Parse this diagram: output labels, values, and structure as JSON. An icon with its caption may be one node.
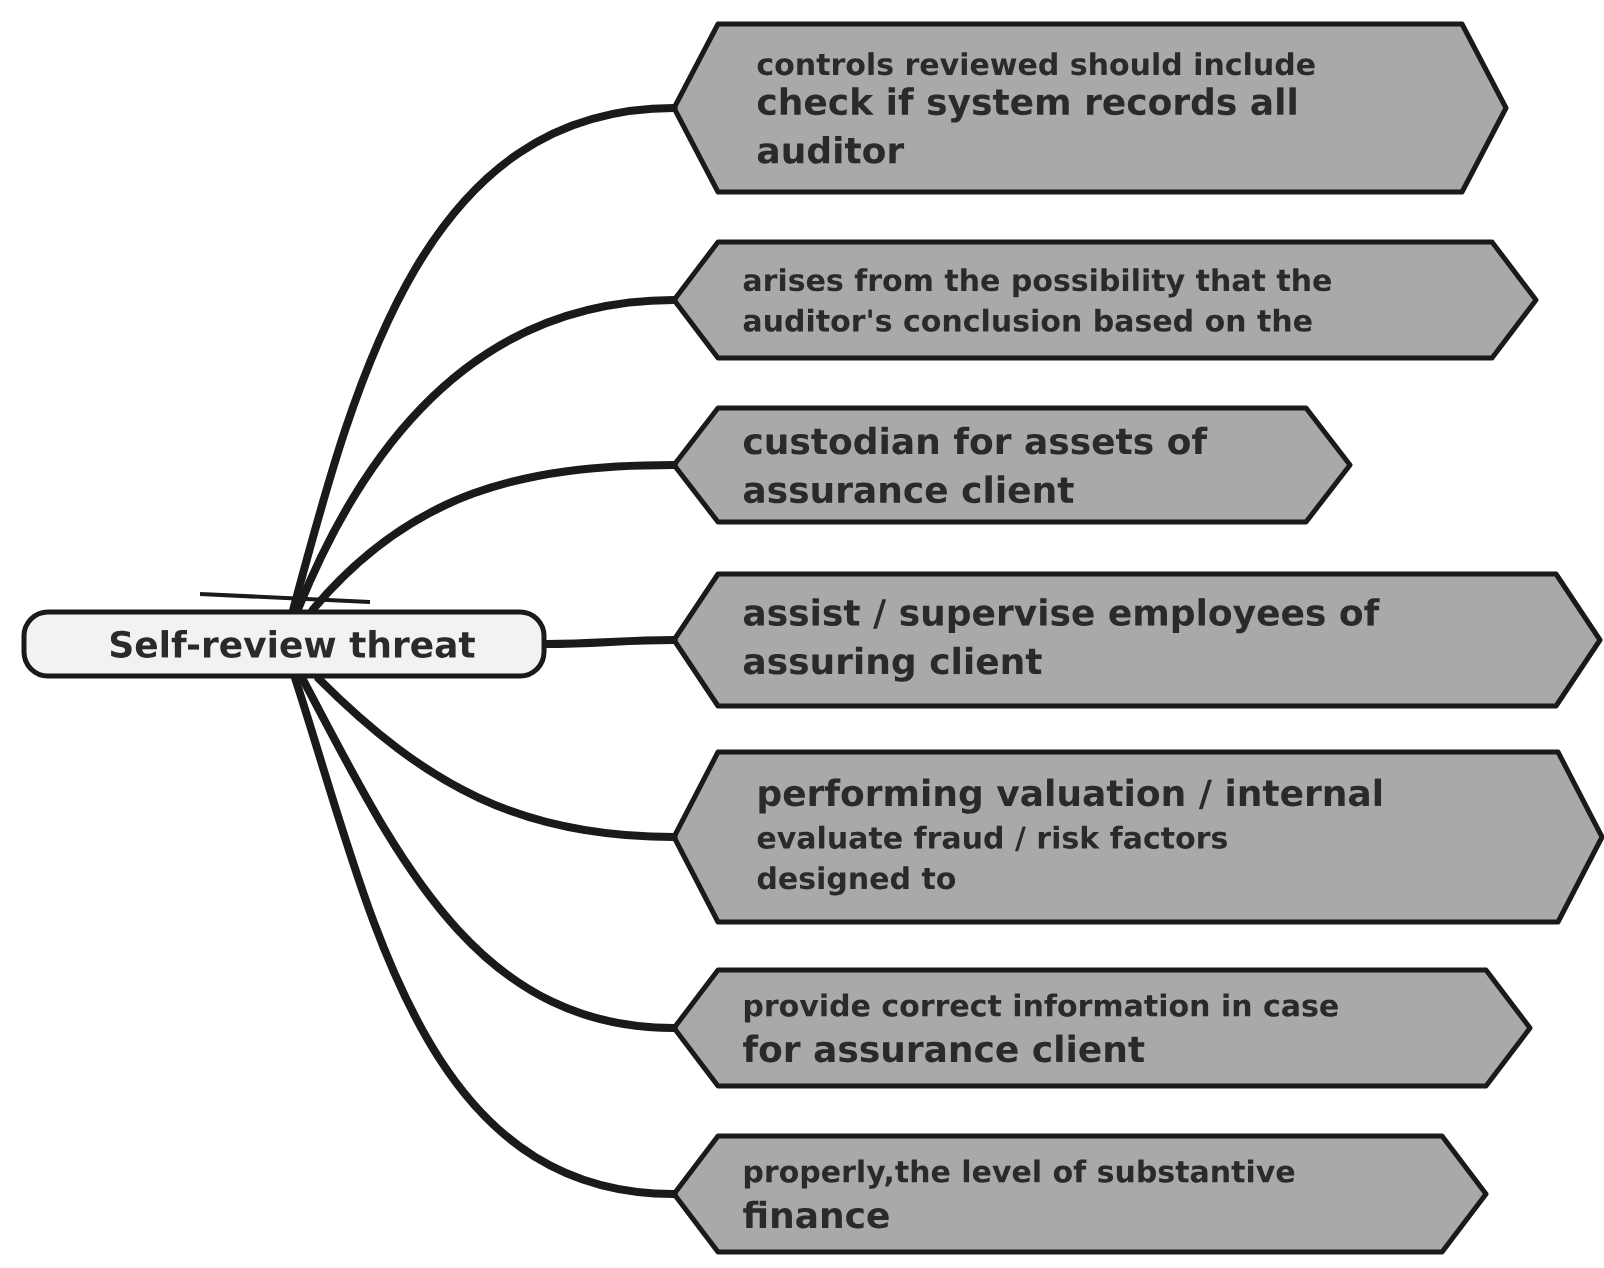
{
  "diagram": {
    "nodes": [
      {
        "text": [
          "Self-review threat"
        ]
      },
      {
        "text": [
          "controls reviewed should include",
          "check if system records all auditor"
        ]
      },
      {
        "text": [
          "arises from the possibility that the auditor's conclusion based on the"
        ]
      },
      {
        "text": [
          "custodian for assets of assurance client"
        ]
      },
      {
        "text": [
          "assist / supervise employees of assuring client"
        ]
      },
      {
        "text": [
          "performing valuation / internal",
          "evaluate fraud / risk factors designed to"
        ]
      },
      {
        "text": [
          "provide correct information in case",
          "for assurance client"
        ]
      },
      {
        "text": [
          "properly,the level of substantive",
          "finance"
        ]
      }
    ],
    "edges": [
      {
        "from": 0,
        "to": 1,
        "arrow": "none"
      },
      {
        "from": 0,
        "to": 2,
        "arrow": "none"
      },
      {
        "from": 0,
        "to": 3,
        "arrow": "none"
      },
      {
        "from": 0,
        "to": 4,
        "arrow": "none"
      },
      {
        "from": 0,
        "to": 5,
        "arrow": "none"
      },
      {
        "from": 0,
        "to": 6,
        "arrow": "none"
      },
      {
        "from": 0,
        "to": 7,
        "arrow": "none"
      }
    ]
  }
}
